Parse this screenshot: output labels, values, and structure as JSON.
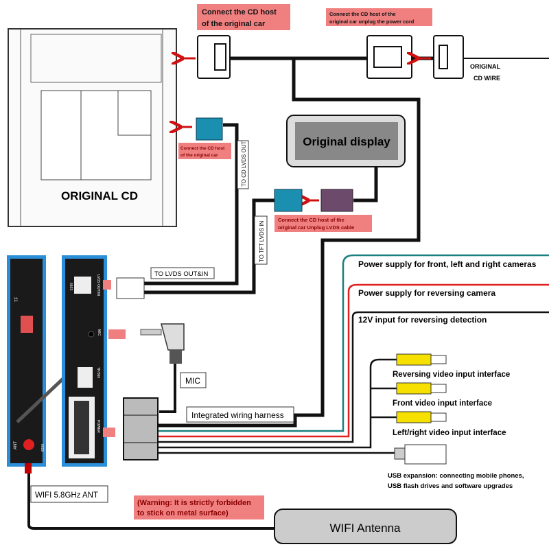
{
  "labels": {
    "cd_host_top": [
      "Connect the CD host",
      "of the original car"
    ],
    "unplug_power": [
      "Connect the CD host of the",
      "original car unplug the power cord"
    ],
    "original_cd_wire": [
      "ORIGINAL",
      "CD WIRE"
    ],
    "cd_host_lvds": [
      "Connect the CD host",
      "of the original car"
    ],
    "original_cd": "ORIGINAL CD",
    "original_display": "Original display",
    "to_cd_lvds_out": "TO CD LVDS OUT",
    "to_tft_lvds_in": "TO TFT LVDS IN",
    "unplug_lvds": [
      "Connect the CD host of the",
      "original car Unplug LVDS cable"
    ],
    "to_lvds_out_in": "TO LVDS OUT&IN",
    "power_front": "Power supply for front, left and right cameras",
    "power_reverse": "Power supply for reversing camera",
    "reverse_detect": "12V input for reversing detection",
    "mic": "MIC",
    "harness": "Integrated wiring harness",
    "video_reverse": "Reversing video input interface",
    "video_front": "Front video input interface",
    "video_side": "Left/right video input interface",
    "usb": [
      "USB expansion: connecting mobile phones,",
      "USB flash drives and software upgrades"
    ],
    "wifi_ant": "WIFI 5.8GHz ANT",
    "warning": [
      "(Warning: It is strictly forbidden",
      "to stick on metal surface)"
    ],
    "wifi_antenna": "WIFI Antenna",
    "device_marks": {
      "tf": "TF",
      "ant": "ANT",
      "lvds": "LVDS OUT/IN",
      "mic": "MIC",
      "tp": "TP/360",
      "power": "POWER",
      "code1": "6600",
      "code2": "6603"
    }
  },
  "colors": {
    "label_bg": "#f08080",
    "device_blue": "#2a8fd8",
    "teal": "#1a8fb0",
    "purple": "#6b4a6b",
    "red_wire": "#e02020",
    "teal_wire": "#1a8080",
    "rca_yellow": "#f5e000",
    "arrow_red": "#d01010"
  }
}
